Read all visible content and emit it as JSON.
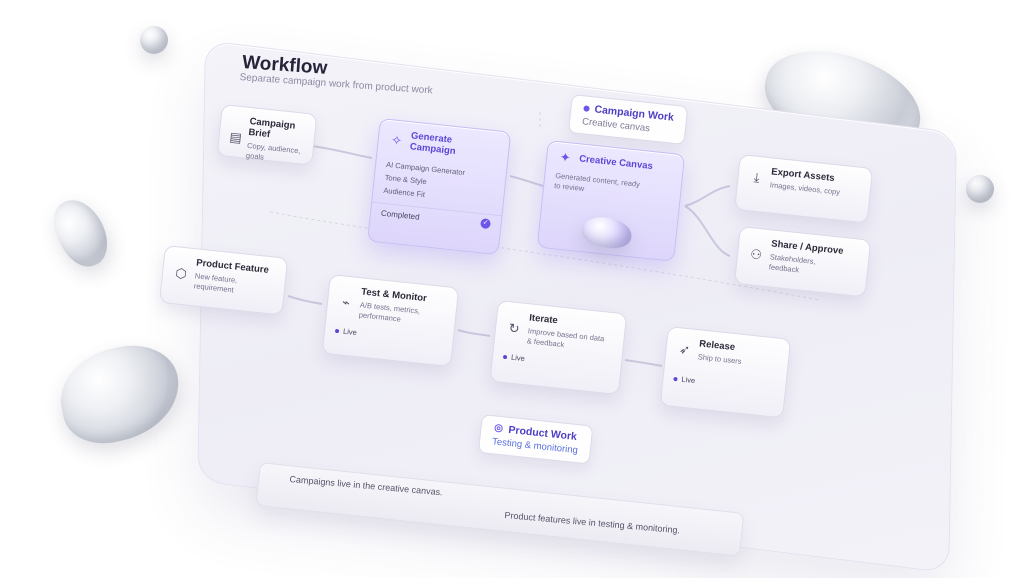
{
  "header": {
    "title": "Workflow",
    "subtitle": "Separate campaign work from product work"
  },
  "sections": {
    "campaign": {
      "title": "Campaign Work",
      "subtitle": "Creative canvas"
    },
    "product": {
      "title": "Product Work",
      "subtitle": "Testing & monitoring"
    }
  },
  "nodes": {
    "campaign_brief": {
      "title": "Campaign Brief",
      "desc": "Copy, audience, goals",
      "icon": "document-icon"
    },
    "generate_campaign": {
      "title": "Generate Campaign",
      "icon": "sparkles-icon",
      "items": [
        "AI Campaign Generator",
        "Tone & Style",
        "Audience Fit"
      ],
      "status": "Completed"
    },
    "creative_canvas": {
      "title": "Creative Canvas",
      "desc": "Generated content, ready to review",
      "icon": "sparkle-icon"
    },
    "export_assets": {
      "title": "Export Assets",
      "desc": "Images, videos, copy",
      "icon": "download-icon"
    },
    "share_approve": {
      "title": "Share / Approve",
      "desc": "Stakeholders, feedback",
      "icon": "users-icon"
    },
    "product_feature": {
      "title": "Product Feature",
      "desc": "New feature, requirement",
      "icon": "cube-icon"
    },
    "test_monitor": {
      "title": "Test & Monitor",
      "desc": "A/B tests, metrics, performance",
      "status": "Live",
      "icon": "chart-icon"
    },
    "iterate": {
      "title": "Iterate",
      "desc": "Improve based on data & feedback",
      "status": "Live",
      "icon": "refresh-icon"
    },
    "release": {
      "title": "Release",
      "desc": "Ship to users",
      "status": "Live",
      "icon": "rocket-icon"
    }
  },
  "footer": {
    "left": "Campaigns live in the creative canvas.",
    "right": "Product features live in testing & monitoring."
  },
  "colors": {
    "accent": "#6d57e8",
    "accent_text": "#5b47d6",
    "live_dot": "#5b47d6"
  }
}
